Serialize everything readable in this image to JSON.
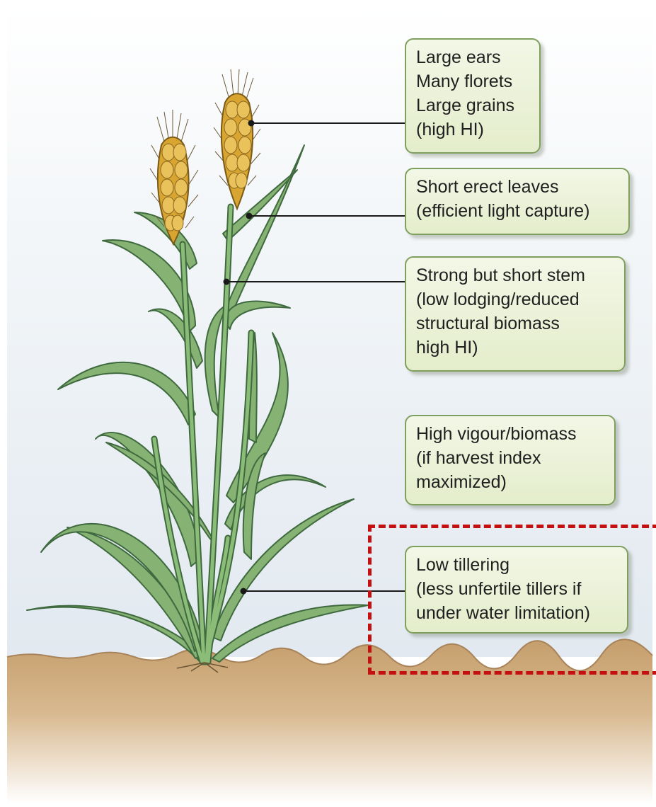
{
  "callouts": {
    "ears": {
      "line1": "Large ears",
      "line2": "Many florets",
      "line3": "Large grains",
      "line4": "(high HI)"
    },
    "leaves": {
      "line1": "Short erect leaves",
      "line2": "(efficient light capture)"
    },
    "stem": {
      "line1": "Strong but short stem",
      "line2": "(low lodging/reduced",
      "line3": "structural biomass",
      "line4": "high HI)"
    },
    "vigour": {
      "line1": "High vigour/biomass",
      "line2": "(if harvest index",
      "line3": "maximized)"
    },
    "tillering": {
      "line1": "Low tillering",
      "line2": "(less unfertile tillers if",
      "line3": "under water limitation)"
    }
  },
  "colors": {
    "box_fill": "#e8f0d3",
    "box_border": "#7f9f5f",
    "leaf": "#7fae6e",
    "leaf_outline": "#3f6a3f",
    "ear": "#d9a531",
    "soil": "#c9a374",
    "highlight": "#c41010"
  }
}
